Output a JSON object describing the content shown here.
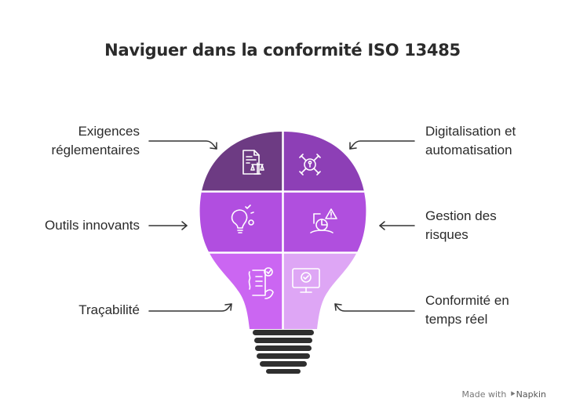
{
  "title": "Naviguer dans la conformité ISO 13485",
  "colors": {
    "q1": "#6d3b83",
    "q2": "#8d3fb6",
    "q3": "#b14ee0",
    "q4": "#b04fde",
    "q5": "#cb66f2",
    "q6": "#dea6f5",
    "base": "#2f2f2f",
    "arrow": "#333333"
  },
  "items": [
    {
      "id": "exigences",
      "lines": [
        "Exigences",
        "réglementaires"
      ],
      "icon": "document-scale-icon"
    },
    {
      "id": "digitalisation",
      "lines": [
        "Digitalisation et",
        "automatisation"
      ],
      "icon": "network-hub-icon"
    },
    {
      "id": "outils",
      "lines": [
        "Outils innovants"
      ],
      "icon": "lightbulb-icon"
    },
    {
      "id": "risques",
      "lines": [
        "Gestion des",
        "risques"
      ],
      "icon": "risk-warning-icon"
    },
    {
      "id": "tracabilite",
      "lines": [
        "Traçabilité"
      ],
      "icon": "checklist-hand-icon"
    },
    {
      "id": "conformite",
      "lines": [
        "Conformité en",
        "temps réel"
      ],
      "icon": "monitor-check-icon"
    }
  ],
  "footer": {
    "prefix": "Made with",
    "brand": "Napkin"
  }
}
